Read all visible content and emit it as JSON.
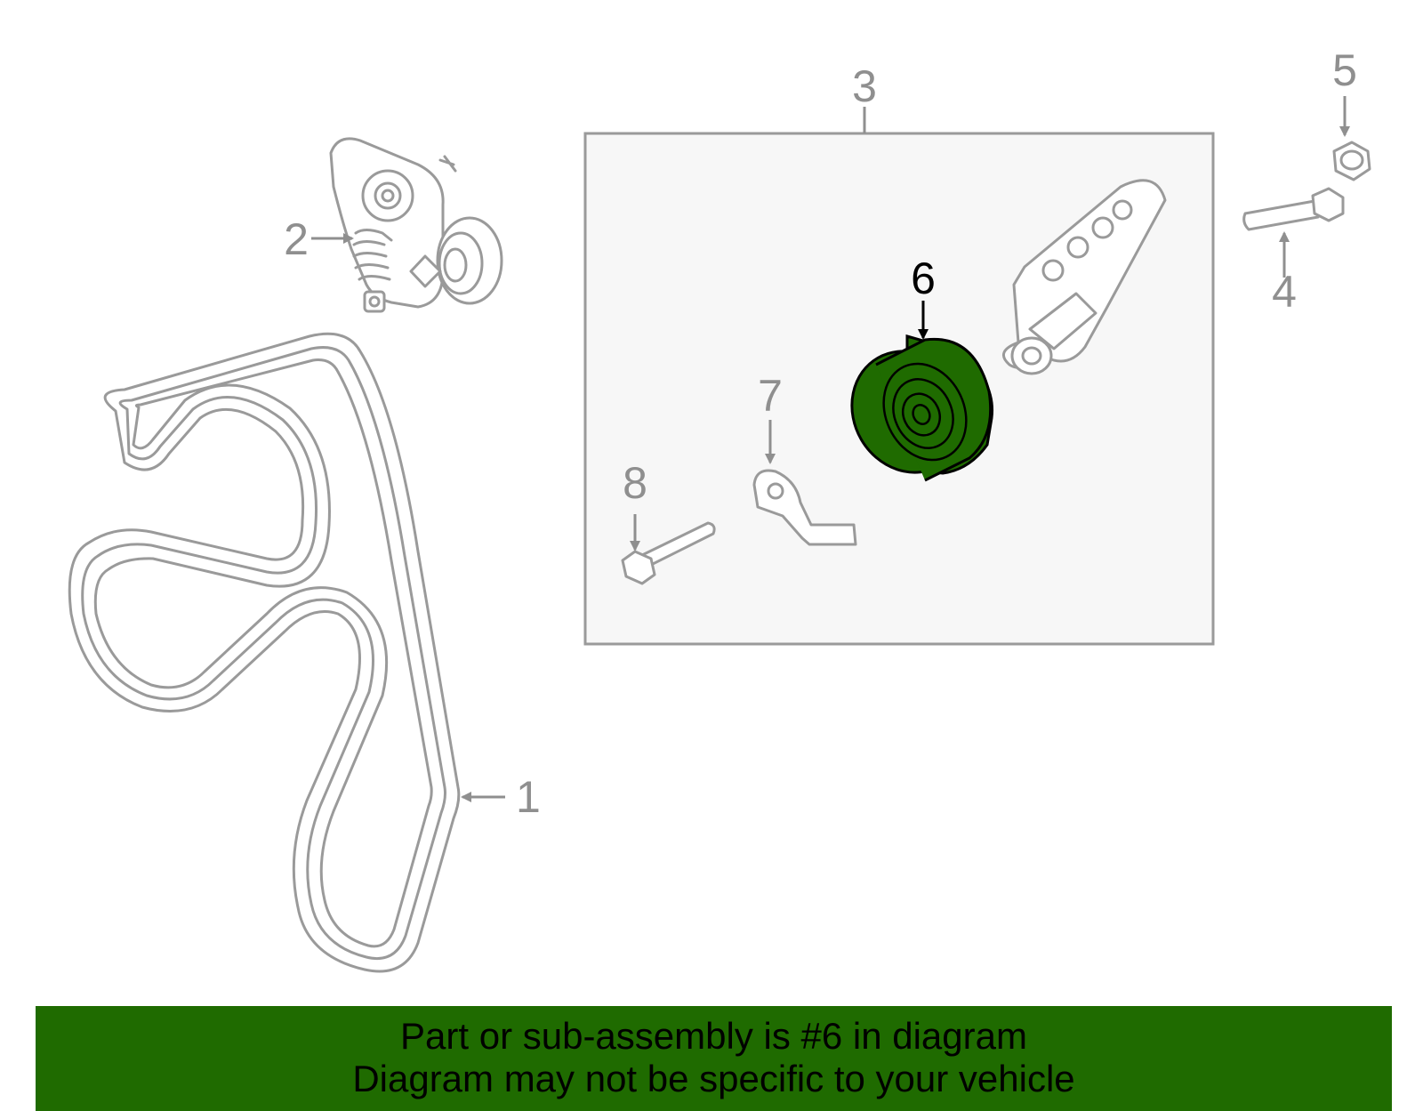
{
  "colors": {
    "highlight": "#1f6b00",
    "banner_background": "#1f6b00",
    "box_fill": "#f7f7f7",
    "line_gray": "#9a9a9a"
  },
  "callouts": {
    "c1": "1",
    "c2": "2",
    "c3": "3",
    "c4": "4",
    "c5": "5",
    "c6": "6",
    "c7": "7",
    "c8": "8"
  },
  "highlighted_part": "6",
  "banner": {
    "line1": "Part or sub-assembly is #6 in diagram",
    "line2": "Diagram may not be specific to your vehicle"
  }
}
